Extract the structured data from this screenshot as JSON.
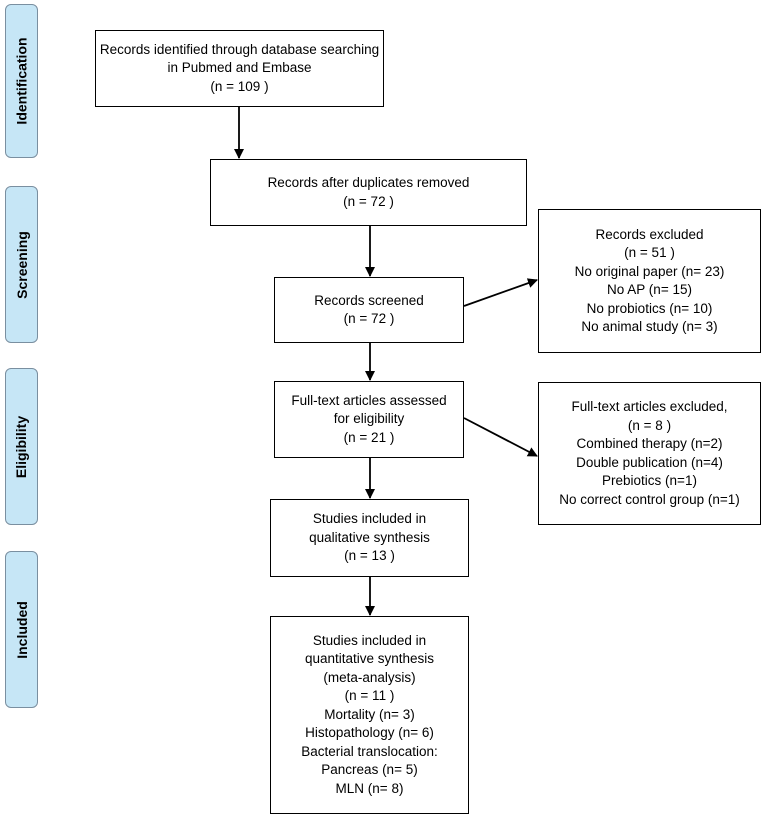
{
  "phases": {
    "identification": "Identification",
    "screening": "Screening",
    "eligibility": "Eligibility",
    "included": "Included"
  },
  "boxes": {
    "identified": [
      "Records identified through database searching",
      "in Pubmed and Embase",
      "(n =  109 )"
    ],
    "after_duplicates": [
      "Records after duplicates removed",
      "(n = 72  )"
    ],
    "screened": [
      "Records screened",
      "(n = 72  )"
    ],
    "excluded": [
      "Records excluded",
      "(n = 51  )",
      "No original paper (n= 23)",
      "No AP (n= 15)",
      "No probiotics (n= 10)",
      "No animal study (n= 3)"
    ],
    "fulltext_assessed": [
      "Full-text articles assessed",
      "for eligibility",
      "(n = 21  )"
    ],
    "fulltext_excluded": [
      "Full-text articles excluded,",
      "(n =  8 )",
      "Combined therapy (n=2)",
      "Double publication (n=4)",
      "Prebiotics (n=1)",
      "No correct control group (n=1)"
    ],
    "qualitative": [
      "Studies included in",
      "qualitative synthesis",
      "(n = 13  )"
    ],
    "quantitative": [
      "Studies included in",
      "quantitative synthesis",
      "(meta-analysis)",
      "(n = 11  )",
      "Mortality (n= 3)",
      "Histopathology (n= 6)",
      "Bacterial translocation:",
      "Pancreas (n= 5)",
      "MLN (n= 8)"
    ]
  }
}
